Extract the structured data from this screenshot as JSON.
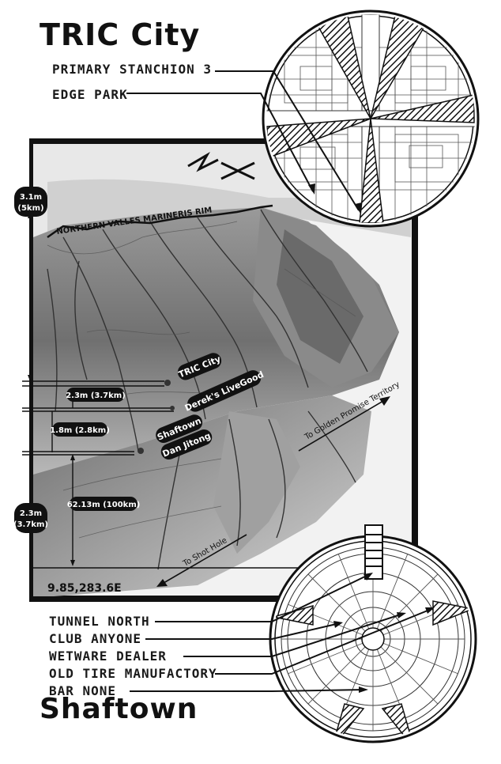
{
  "titles": {
    "top": "TRIC City",
    "bottom": "Shaftown"
  },
  "top_legend": [
    {
      "key": "stanchion",
      "label": "PRIMARY STANCHION 3"
    },
    {
      "key": "edge_park",
      "label": "EDGE PARK"
    }
  ],
  "bottom_legend": [
    {
      "key": "tunnel_north",
      "label": "TUNNEL NORTH"
    },
    {
      "key": "club_anyone",
      "label": "CLUB ANYONE"
    },
    {
      "key": "wetware",
      "label": "WETWARE  DEALER"
    },
    {
      "key": "tire",
      "label": "OLD TIRE MANUFACTORY"
    },
    {
      "key": "bar_none",
      "label": "BAR NONE"
    }
  ],
  "map": {
    "rim_label": "NORTHERN VALLES MARINERIS RIM",
    "places": {
      "tric_city": "TRIC City",
      "dereks": "Derek's LiveGood",
      "shaftown": "Shaftown",
      "dan_jitong": "Dan Jitong"
    },
    "directions": {
      "golden_promise": "To Golden Promise Territory",
      "shot_hole": "To Shot Hole"
    },
    "coordinates": "9.85,283.6E",
    "measurements": {
      "rim_height_line1": "3.1m",
      "rim_height_line2": "(5km)",
      "tric_drop": "2.3m (3.7km)",
      "shaftown_drop": "1.8m (2.8km)",
      "floor_depth_line1": "2.3m",
      "floor_depth_line2": "(3.7km)",
      "distance": "62.13m (100km)"
    }
  },
  "colors": {
    "ink": "#111111",
    "paper": "#ffffff",
    "map_bg": "#f2f2f2"
  }
}
